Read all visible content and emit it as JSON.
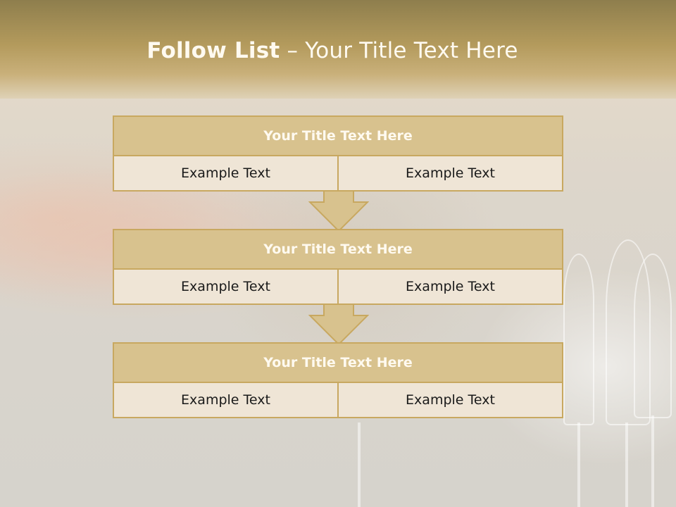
{
  "title": {
    "bold": "Follow List",
    "rest": " – Your Title Text Here"
  },
  "blocks": [
    {
      "title": "Your Title Text Here",
      "cells": [
        "Example Text",
        "Example Text"
      ]
    },
    {
      "title": "Your Title Text Here",
      "cells": [
        "Example Text",
        "Example Text"
      ]
    },
    {
      "title": "Your Title Text Here",
      "cells": [
        "Example Text",
        "Example Text"
      ]
    }
  ],
  "colors": {
    "accent": "#c8a860",
    "title_fill": "#d8c28e",
    "cell_fill": "#efe5d6"
  }
}
